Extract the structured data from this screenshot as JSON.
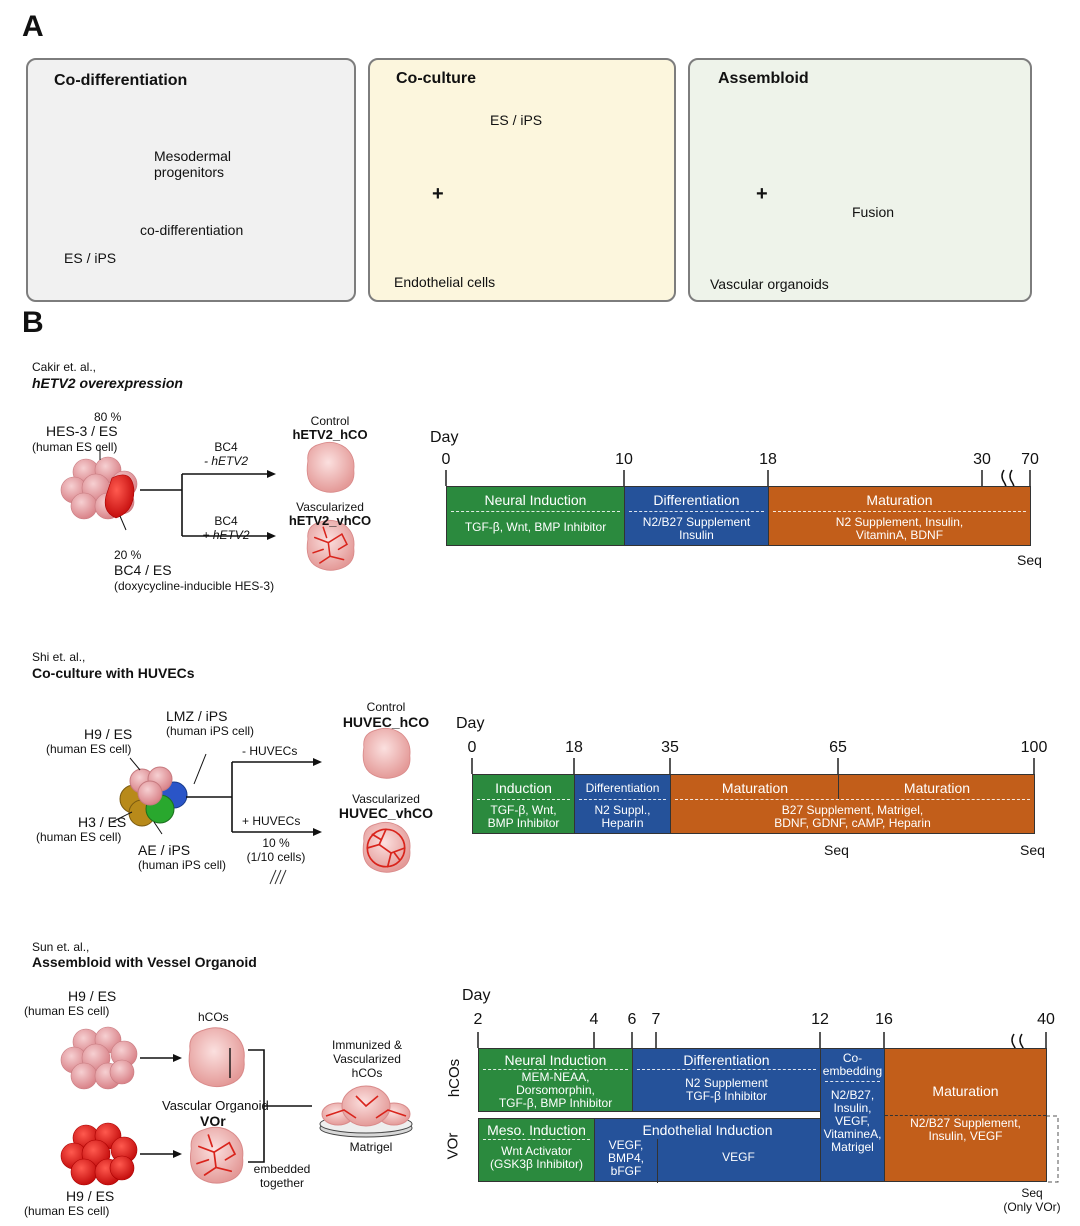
{
  "panel_a": {
    "letter": "A",
    "codiff": {
      "title": "Co-differentiation",
      "meso": "Mesodermal progenitors",
      "arrow": "co-differentiation",
      "cell": "ES / iPS"
    },
    "coculture": {
      "title": "Co-culture",
      "es": "ES / iPS",
      "plus": "+",
      "endo": "Endothelial cells"
    },
    "assembloid": {
      "title": "Assembloid",
      "plus": "+",
      "fusion": "Fusion",
      "vasc": "Vascular organoids"
    }
  },
  "panel_b": {
    "letter": "B",
    "cakir": {
      "citation": "Cakir et. al.,",
      "title": "hETV2 overexpression",
      "hes_pct": "80 %",
      "hes": "HES-3 / ES",
      "hes_sub": "(human ES cell)",
      "bc4_pct": "20 %",
      "bc4": "BC4 / ES",
      "bc4_sub": "(doxycycline-inducible HES-3)",
      "arm1_a": "BC4",
      "arm1_b": "- hETV2",
      "arm2_a": "BC4",
      "arm2_b": "+ hETV2",
      "ctrl": "Control",
      "ctrl_name": "hETV2_hCO",
      "vasc": "Vascularized",
      "vasc_name": "hETV2_vhCO",
      "day": "Day",
      "ticks": [
        "0",
        "10",
        "18",
        "30",
        "70"
      ],
      "seq": "Seq",
      "segments": [
        {
          "title": "Neural Induction",
          "detail": "TGF-β, Wnt, BMP Inhibitor"
        },
        {
          "title": "Differentiation",
          "detail": "N2/B27 Supplement\nInsulin"
        },
        {
          "title": "Maturation",
          "detail": "N2 Supplement, Insulin,\nVitaminA, BDNF"
        }
      ]
    },
    "shi": {
      "citation": "Shi et. al.,",
      "title": "Co-culture with HUVECs",
      "lmz": "LMZ / iPS",
      "lmz_sub": "(human iPS cell)",
      "h9": "H9 / ES",
      "h9_sub": "(human ES cell)",
      "h3": "H3 / ES",
      "h3_sub": "(human ES cell)",
      "ae": "AE / iPS",
      "ae_sub": "(human iPS cell)",
      "arm1": "- HUVECs",
      "arm2": "+ HUVECs",
      "pct": "10 %",
      "pct_sub": "(1/10 cells)",
      "ctrl": "Control",
      "ctrl_name": "HUVEC_hCO",
      "vasc": "Vascularized",
      "vasc_name": "HUVEC_vhCO",
      "day": "Day",
      "ticks": [
        "0",
        "18",
        "35",
        "65",
        "100"
      ],
      "seq1": "Seq",
      "seq2": "Seq",
      "segments": [
        {
          "title": "Induction",
          "detail": "TGF-β, Wnt,\nBMP Inhibitor"
        },
        {
          "title": "Differentiation",
          "detail": "N2 Suppl.,\nHeparin"
        },
        {
          "title": "Maturation",
          "detail": ""
        },
        {
          "title": "Maturation",
          "detail": ""
        }
      ],
      "mat_detail": "B27 Supplement, Matrigel,\nBDNF, GDNF, cAMP, Heparin"
    },
    "sun": {
      "citation": "Sun et. al.,",
      "title": "Assembloid with Vessel Organoid",
      "h9a": "H9 / ES",
      "h9a_sub": "(human ES cell)",
      "h9b": "H9 / ES",
      "h9b_sub": "(human ES cell)",
      "hcos": "hCOs",
      "vor_label": "Vascular Organoid",
      "vor": "VOr",
      "embedded": "embedded\ntogether",
      "immunized": "Immunized &\nVascularized\nhCOs",
      "matrigel": "Matrigel",
      "day": "Day",
      "ticks": [
        "2",
        "4",
        "6",
        "7",
        "12",
        "16",
        "40"
      ],
      "row1": "hCOs",
      "row2": "VOr",
      "seg_neural": {
        "title": "Neural Induction",
        "detail": "MEM-NEAA,\nDorsomorphin,\nTGF-β, BMP Inhibitor"
      },
      "seg_diff": {
        "title": "Differentiation",
        "detail": "N2 Supplement\nTGF-β Inhibitor"
      },
      "seg_coemb": {
        "title": "Co-\nembedding",
        "detail": "N2/B27,\nInsulin,\nVEGF,\nVitamineA,\nMatrigel"
      },
      "seg_mat": {
        "title": "Maturation",
        "detail": "N2/B27 Supplement,\nInsulin, VEGF"
      },
      "seg_meso": {
        "title": "Meso. Induction",
        "detail": "Wnt Activator\n(GSK3β Inhibitor)"
      },
      "seg_endo": {
        "title": "Endothelial Induction"
      },
      "seg_vegf1": "VEGF,\nBMP4,\nbFGF",
      "seg_vegf2": "VEGF",
      "seq": "Seq\n(Only VOr)"
    }
  },
  "colors": {
    "green": "#2b8a3e",
    "blue": "#25529a",
    "orange": "#c25e1a",
    "cell": "#e8a0a4",
    "vessel": "#d9241c"
  }
}
